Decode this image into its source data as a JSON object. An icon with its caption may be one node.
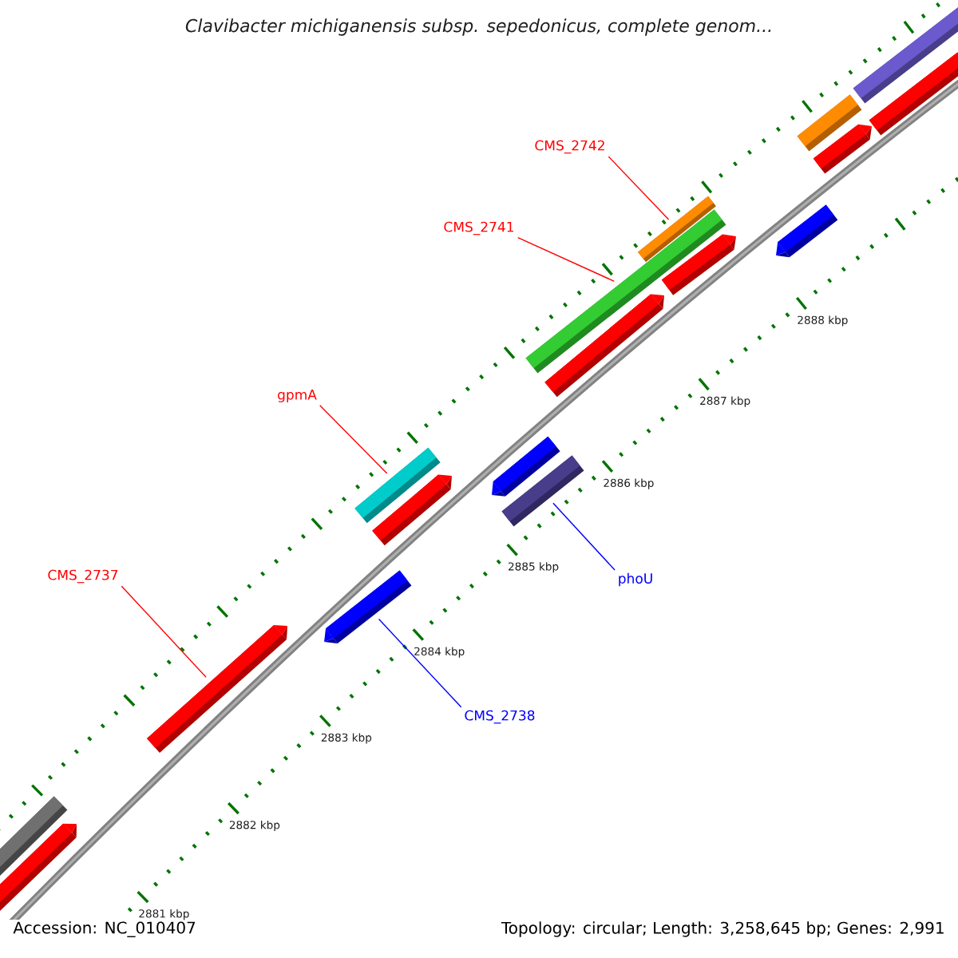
{
  "diagram": {
    "title": "Clavibacter michiganensis subsp. sepedonicus, complete genom...",
    "nodes": [
      {
        "text": [
          "CMS_2742"
        ]
      },
      {
        "text": [
          "CMS_2741"
        ]
      },
      {
        "text": [
          "gpmA"
        ]
      },
      {
        "text": [
          "CMS_2737"
        ]
      },
      {
        "text": [
          "phoU"
        ]
      },
      {
        "text": [
          "CMS_2738"
        ]
      },
      {
        "text": [],
        "shape": "bar"
      },
      {
        "text": [],
        "shape": "arrow"
      },
      {
        "text": [],
        "shape": "arrow"
      },
      {
        "text": [],
        "shape": "arrow"
      },
      {
        "text": [],
        "shape": "bar"
      },
      {
        "text": [],
        "shape": "arrow"
      },
      {
        "text": [],
        "shape": "arrow"
      },
      {
        "text": [],
        "shape": "bar"
      },
      {
        "text": [],
        "shape": "bar"
      },
      {
        "text": [],
        "shape": "bar"
      },
      {
        "text": [],
        "shape": "arrow"
      },
      {
        "text": [],
        "shape": "arrow"
      },
      {
        "text": [],
        "shape": "arrow"
      },
      {
        "text": [],
        "shape": "bar"
      },
      {
        "text": [],
        "shape": "arrow"
      },
      {
        "text": [],
        "shape": "bar"
      },
      {
        "text": [],
        "shape": "arrow"
      }
    ],
    "edges": [
      {
        "from": 0,
        "to": 15,
        "arrow": "none"
      },
      {
        "from": 1,
        "to": 14,
        "arrow": "none"
      },
      {
        "from": 2,
        "to": 10,
        "arrow": "none"
      },
      {
        "from": 3,
        "to": 8,
        "arrow": "none"
      },
      {
        "from": 4,
        "to": 13,
        "arrow": "none",
        "color": "#0000ff"
      },
      {
        "from": 5,
        "to": 9,
        "arrow": "none",
        "color": "#0000ff"
      }
    ],
    "labels": [
      "2888 kbp",
      "2887 kbp",
      "2886 kbp",
      "2885 kbp",
      "2884 kbp",
      "2883 kbp",
      "2882 kbp",
      "2881 kbp",
      "Accession: NC_010407",
      "Topology: circular; Length: 3,258,645 bp; Genes: 2,991"
    ]
  }
}
